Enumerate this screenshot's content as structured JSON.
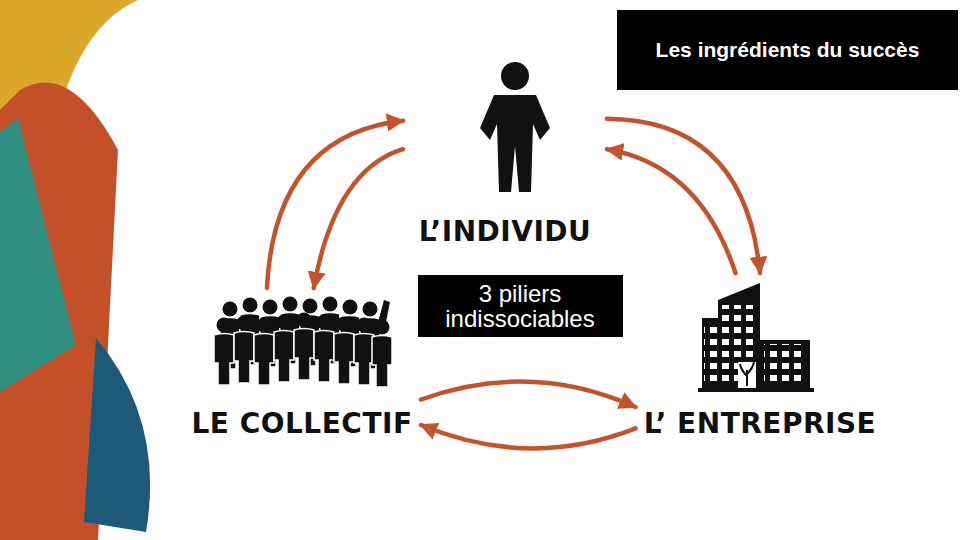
{
  "diagram": {
    "title": "Les ingrédients du succès",
    "nodes": [
      {
        "text": [
          "L’INDIVIDU"
        ]
      },
      {
        "text": [
          "LE COLLECTIF"
        ]
      },
      {
        "text": [
          "3 piliers indissociables"
        ]
      },
      {
        "text": [
          "L’ ENTREPRISE"
        ]
      }
    ],
    "edges": [
      {
        "from": 1,
        "to": 0,
        "arrow": "to"
      },
      {
        "from": 0,
        "to": 1,
        "arrow": "to"
      },
      {
        "from": 0,
        "to": 3,
        "arrow": "to"
      },
      {
        "from": 3,
        "to": 0,
        "arrow": "to"
      },
      {
        "from": 1,
        "to": 3,
        "arrow": "to"
      },
      {
        "from": 3,
        "to": 1,
        "arrow": "to"
      }
    ]
  }
}
